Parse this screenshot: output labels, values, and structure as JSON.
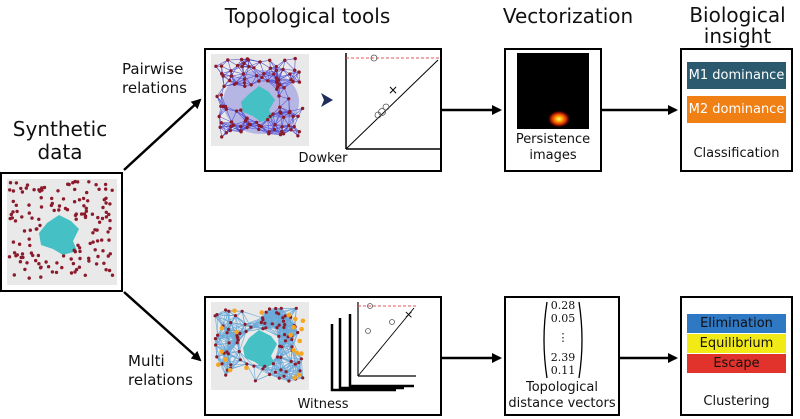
{
  "headers": {
    "topological_tools": "Topological tools",
    "vectorization": "Vectorization",
    "biological_insight": "Biological\ninsight"
  },
  "input": {
    "label": "Synthetic\ndata"
  },
  "edges": {
    "pairwise": "Pairwise\nrelations",
    "multi": "Multi\nrelations"
  },
  "top_row": {
    "tool_caption": "Dowker",
    "vector_caption": "Persistence\nimages",
    "insight_caption": "Classification",
    "classes": [
      {
        "label": "M1 dominance",
        "color": "#2b5a6e"
      },
      {
        "label": "M2 dominance",
        "color": "#f07f14"
      }
    ]
  },
  "bottom_row": {
    "tool_caption": "Witness",
    "vector_caption": "Topological\ndistance vectors",
    "vector_values": {
      "v1": "0.28",
      "v2": "0.05",
      "dots": "⋮",
      "v3": "2.39",
      "v4": "0.11"
    },
    "insight_caption": "Clustering",
    "clusters": [
      {
        "label": "Elimination",
        "color": "#2f78c4"
      },
      {
        "label": "Equilibrium",
        "color": "#f2ea17"
      },
      {
        "label": "Escape",
        "color": "#e1332c"
      }
    ]
  },
  "colors": {
    "tumor": "#45c0c5",
    "cells": "#8b1a2b",
    "highlight": "#f5a623",
    "complex": "#3a3acb",
    "witness_edges": "#6aa9d8"
  },
  "icons": [
    "arrow-icon",
    "persistence-diagram-icon",
    "point-cloud-icon"
  ]
}
